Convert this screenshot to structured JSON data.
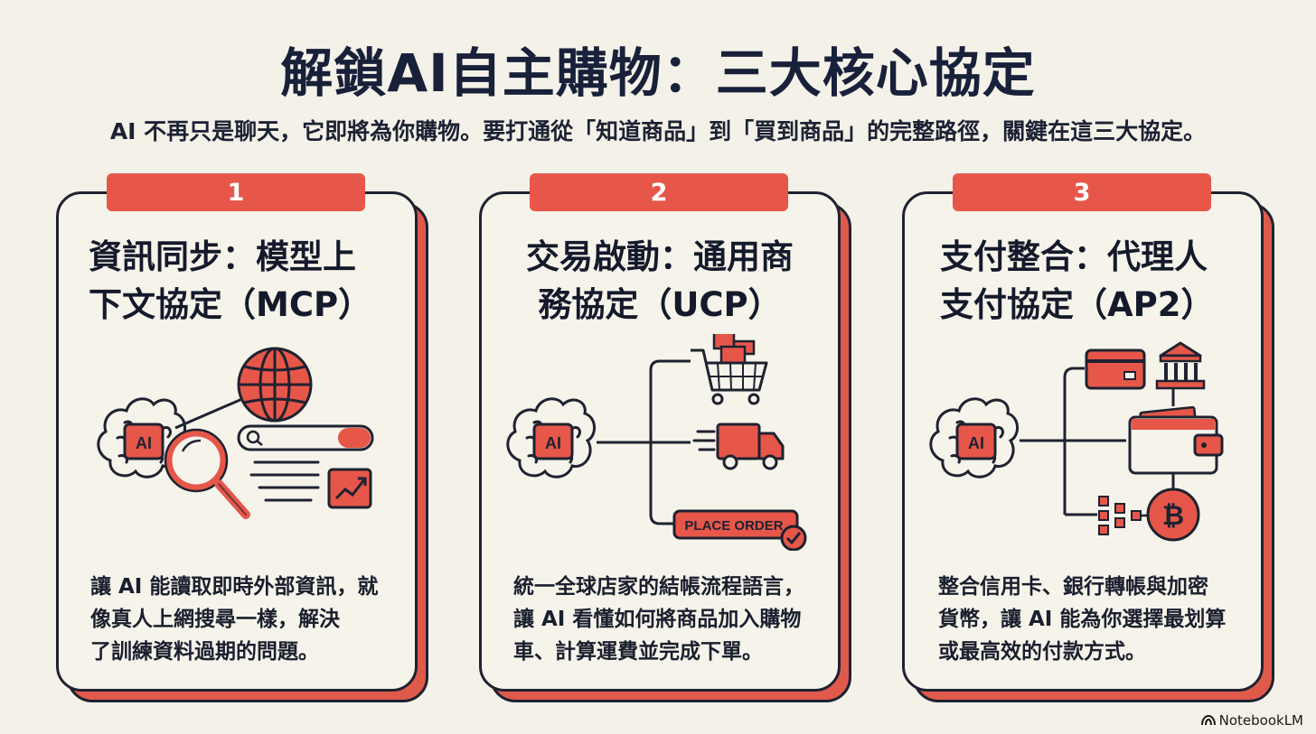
{
  "header": {
    "title": "解鎖AI自主購物：三大核心協定",
    "subtitle": "AI 不再只是聊天，它即將為你購物。要打通從「知道商品」到「買到商品」的完整路徑，關鍵在這三大協定。"
  },
  "cards": [
    {
      "number": "1",
      "title_line1": "資訊同步：模型上",
      "title_line2": "下文協定（MCP）",
      "ai_label": "AI",
      "desc_line1": "讓 AI 能讀取即時外部資訊，就",
      "desc_line2": "像真人上網搜尋一樣，解決",
      "desc_line3": "了訓練資料過期的問題。"
    },
    {
      "number": "2",
      "title_line1": "交易啟動：通用商",
      "title_line2": "務協定（UCP）",
      "ai_label": "AI",
      "order_button": "PLACE ORDER",
      "desc_line1": "統一全球店家的結帳流程語言，",
      "desc_line2": "讓 AI 看懂如何將商品加入購物",
      "desc_line3": "車、計算運費並完成下單。"
    },
    {
      "number": "3",
      "title_line1": "支付整合：代理人",
      "title_line2": "支付協定（AP2）",
      "ai_label": "AI",
      "desc_line1": "整合信用卡、銀行轉帳與加密",
      "desc_line2": "貨幣，讓 AI 能為你選擇最划算",
      "desc_line3": "或最高效的付款方式。"
    }
  ],
  "footer": {
    "brand": "NotebookLM"
  },
  "colors": {
    "accent": "#e6574a",
    "ink": "#1f2230",
    "background": "#f4f1e8"
  },
  "icons": {
    "card1": [
      "brain-icon",
      "globe-icon",
      "magnifier-icon",
      "search-bar-icon",
      "chart-icon"
    ],
    "card2": [
      "brain-icon",
      "shopping-cart-icon",
      "delivery-truck-icon",
      "checkmark-icon"
    ],
    "card3": [
      "brain-icon",
      "credit-card-icon",
      "bank-icon",
      "wallet-icon",
      "network-icon",
      "bitcoin-icon"
    ]
  }
}
